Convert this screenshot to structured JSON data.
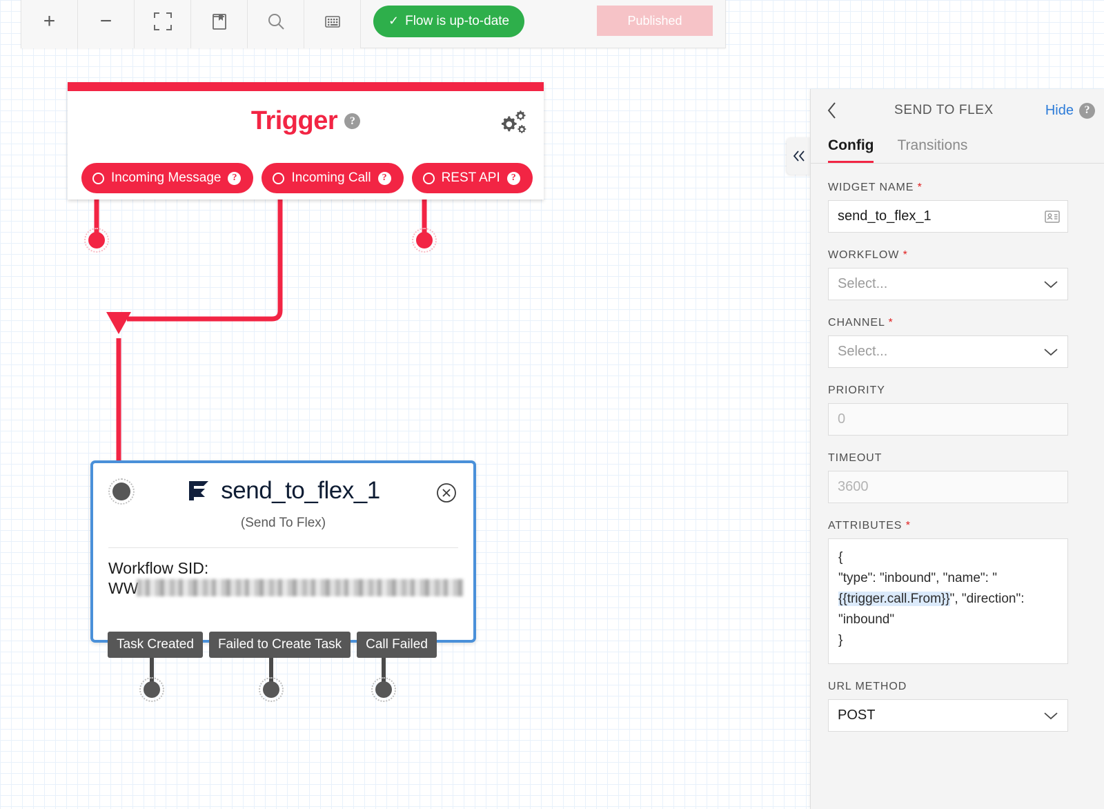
{
  "toolbar": {
    "buttons": [
      {
        "name": "zoom-in-icon",
        "label": "+"
      },
      {
        "name": "zoom-out-icon",
        "label": "−"
      },
      {
        "name": "fit-to-screen-icon",
        "label": ""
      },
      {
        "name": "library-icon",
        "label": ""
      },
      {
        "name": "search-icon",
        "label": ""
      },
      {
        "name": "keypad-icon",
        "label": ""
      }
    ],
    "flow_status": "Flow is up-to-date",
    "flow_status_check": "✓",
    "flow_status_color": "#2eaf4b",
    "published_label": "Published",
    "published_color": "#f6c3c7"
  },
  "trigger": {
    "title": "Trigger",
    "help": "?",
    "accent_color": "#f22544",
    "pills": [
      {
        "label": "Incoming Message",
        "help": "?"
      },
      {
        "label": "Incoming Call",
        "help": "?"
      },
      {
        "label": "REST API",
        "help": "?"
      }
    ]
  },
  "flex_widget": {
    "title": "send_to_flex_1",
    "subtitle": "(Send To Flex)",
    "sid_label": "Workflow SID:",
    "sid_prefix": "WW",
    "border_color": "#4a90d9",
    "outputs": [
      {
        "label": "Task Created"
      },
      {
        "label": "Failed to Create Task"
      },
      {
        "label": "Call Failed"
      }
    ]
  },
  "panel": {
    "title": "SEND TO FLEX",
    "hide_label": "Hide",
    "help": "?",
    "tabs": [
      {
        "label": "Config",
        "active": true
      },
      {
        "label": "Transitions",
        "active": false
      }
    ],
    "fields": {
      "widget_name": {
        "label": "WIDGET NAME",
        "required": "*",
        "value": "send_to_flex_1"
      },
      "workflow": {
        "label": "WORKFLOW",
        "required": "*",
        "value": "Select..."
      },
      "channel": {
        "label": "CHANNEL",
        "required": "*",
        "value": "Select..."
      },
      "priority": {
        "label": "PRIORITY",
        "required": "",
        "placeholder": "0"
      },
      "timeout": {
        "label": "TIMEOUT",
        "required": "",
        "placeholder": "3600"
      },
      "attributes": {
        "label": "ATTRIBUTES",
        "required": "*",
        "line1": "{",
        "line2": "\"type\": \"inbound\", \"name\": \"",
        "template": "{{trigger.call.From}}",
        "line3": "\", \"direction\":",
        "line4": "\"inbound\"",
        "line5": "}"
      },
      "url_method": {
        "label": "URL METHOD",
        "required": "",
        "value": "POST"
      }
    }
  },
  "collapse_handle": {
    "icon": "«"
  }
}
